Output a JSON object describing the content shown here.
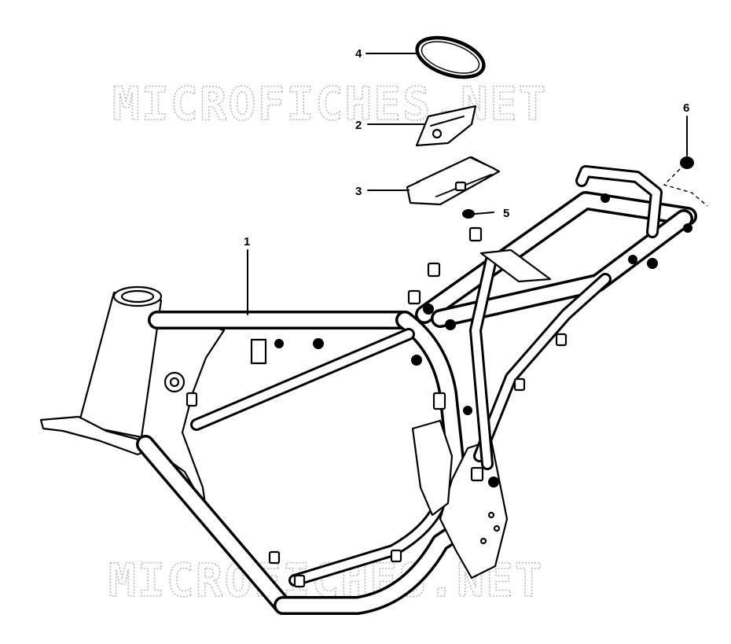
{
  "watermark": {
    "top": "MICROFICHES.NET",
    "bottom": "MICROFICHES.NET"
  },
  "callouts": {
    "frame": "1",
    "part_2": "2",
    "part_3": "3",
    "part_4": "4",
    "part_5": "5",
    "part_6": "6"
  }
}
